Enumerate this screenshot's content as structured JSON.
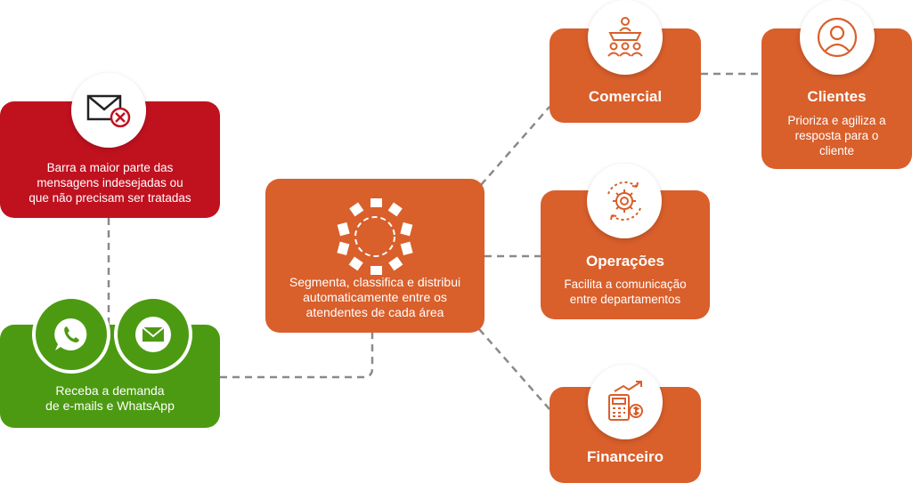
{
  "filter_box": {
    "desc_lines": [
      "Barra a maior parte das",
      "mensagens indesejadas ou",
      "que não precisam ser tratadas"
    ],
    "icon": "mail-blocked-icon",
    "color": "#c0111f"
  },
  "intake_box": {
    "desc_lines": [
      "Receba a demanda",
      "de e-mails e WhatsApp"
    ],
    "icons": [
      "whatsapp-icon",
      "email-icon"
    ],
    "color": "#4c9a12"
  },
  "router_box": {
    "desc_lines": [
      "Segmenta, classifica e distribui",
      "automaticamente entre os",
      "atendentes de cada área"
    ],
    "icon": "distribution-ring-icon",
    "color": "#d95f2b"
  },
  "comercial_box": {
    "title": "Comercial",
    "icon": "meeting-team-icon"
  },
  "clientes_box": {
    "title": "Clientes",
    "desc_lines": [
      "Prioriza e agiliza a",
      "resposta para o",
      "cliente"
    ],
    "icon": "user-icon"
  },
  "operacoes_box": {
    "title": "Operações",
    "desc_lines": [
      "Facilita a comunicação",
      "entre departamentos"
    ],
    "icon": "gear-cycle-icon"
  },
  "financeiro_box": {
    "title": "Financeiro",
    "icon": "calculator-growth-icon"
  }
}
